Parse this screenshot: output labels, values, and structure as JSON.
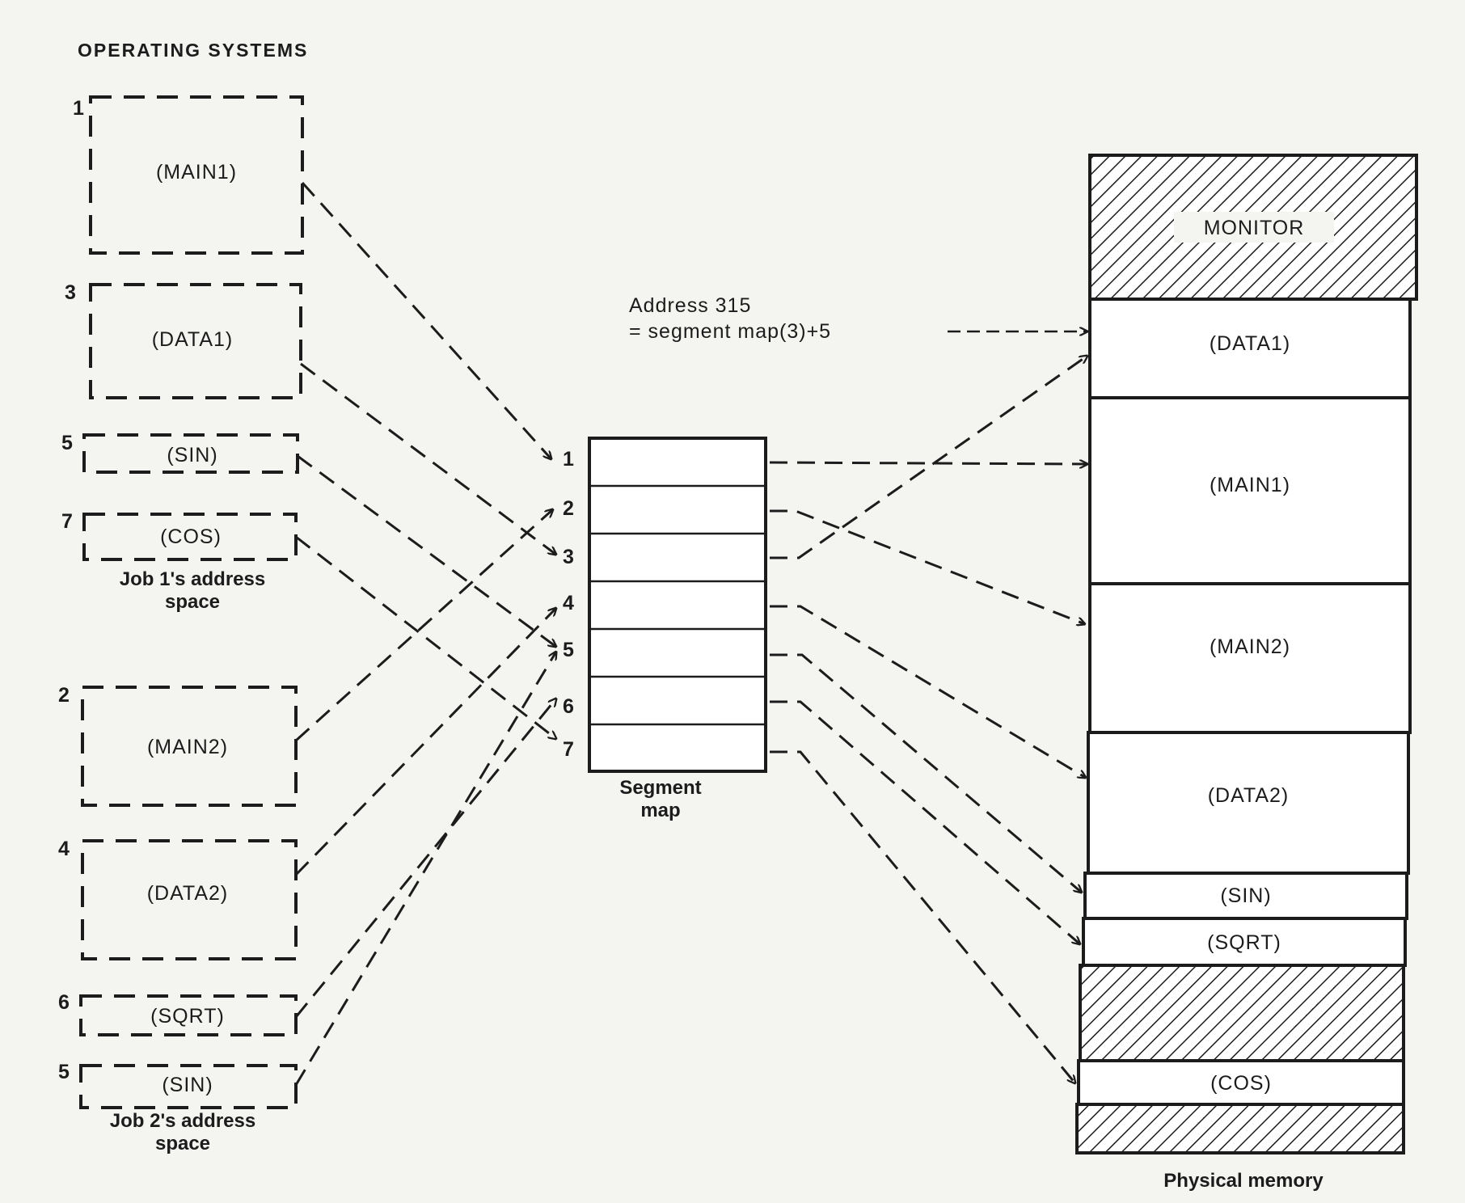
{
  "header": {
    "title": "OPERATING SYSTEMS"
  },
  "job1": {
    "caption_line1": "Job 1's address",
    "caption_line2": "space",
    "segments": [
      {
        "number": "1",
        "label": "(MAIN1)"
      },
      {
        "number": "3",
        "label": "(DATA1)"
      },
      {
        "number": "5",
        "label": "(SIN)"
      },
      {
        "number": "7",
        "label": "(COS)"
      }
    ]
  },
  "job2": {
    "caption_line1": "Job 2's address",
    "caption_line2": "space",
    "segments": [
      {
        "number": "2",
        "label": "(MAIN2)"
      },
      {
        "number": "4",
        "label": "(DATA2)"
      },
      {
        "number": "6",
        "label": "(SQRT)"
      },
      {
        "number": "5",
        "label": "(SIN)"
      }
    ]
  },
  "segment_map": {
    "caption_line1": "Segment",
    "caption_line2": "map",
    "entries": [
      "1",
      "2",
      "3",
      "4",
      "5",
      "6",
      "7"
    ]
  },
  "annotation": {
    "line1": "Address 315",
    "line2": "=   segment map(3)+5"
  },
  "physical_memory": {
    "caption": "Physical memory",
    "blocks": [
      {
        "label": "MONITOR",
        "hatched": true
      },
      {
        "label": "(DATA1)",
        "hatched": false
      },
      {
        "label": "(MAIN1)",
        "hatched": false
      },
      {
        "label": "(MAIN2)",
        "hatched": false
      },
      {
        "label": "(DATA2)",
        "hatched": false
      },
      {
        "label": "(SIN)",
        "hatched": false
      },
      {
        "label": "(SQRT)",
        "hatched": false
      },
      {
        "label": "",
        "hatched": true
      },
      {
        "label": "(COS)",
        "hatched": false
      },
      {
        "label": "",
        "hatched": true
      }
    ]
  }
}
